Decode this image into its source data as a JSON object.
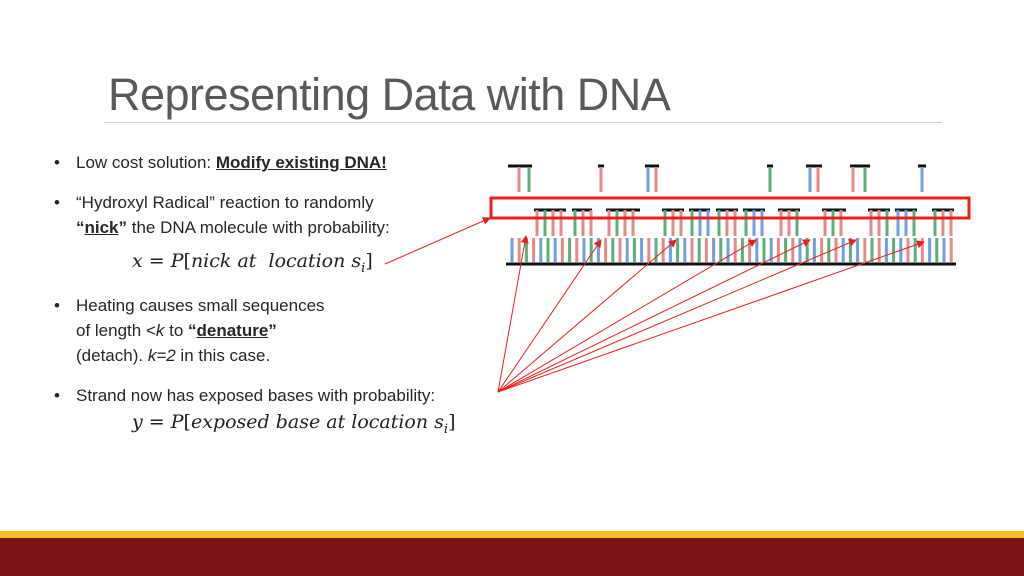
{
  "slide": {
    "title": "Representing Data with DNA",
    "bullet1": {
      "lead": "Low cost solution: ",
      "emph": "Modify existing DNA!"
    },
    "bullet2": {
      "line1": "“Hydroxyl Radical” reaction to randomly",
      "q_open": "“",
      "nick": "nick",
      "q_close": "”",
      "rest": " the DNA molecule with probability:"
    },
    "math1": {
      "lhs": "x",
      "eq": " = ",
      "P": "P",
      "lb": "[",
      "body": "nick at  location s",
      "sub": "i",
      "rb": "]"
    },
    "bullet3": {
      "line1": "Heating causes small sequences",
      "pre": "of length <",
      "k": "k",
      "to": " to ",
      "q_open": "“",
      "denature": "denature",
      "q_close": "”",
      "line3a": "(detach). ",
      "k2": "k=2",
      "line3b": " in this case."
    },
    "bullet4": {
      "text": "Strand now has exposed bases with probability:"
    },
    "math2": {
      "lhs": "y",
      "eq": " = ",
      "P": "P",
      "lb": "[",
      "body": "exposed base at location s",
      "sub": "i",
      "rb": "]"
    }
  },
  "colors": {
    "accent_gold": "#f2c11d",
    "accent_maroon": "#7a1416",
    "arrow_red": "#e8211c",
    "base_blue": "#6f9fe0",
    "base_red": "#e58a8a",
    "base_green": "#5fae7a"
  }
}
